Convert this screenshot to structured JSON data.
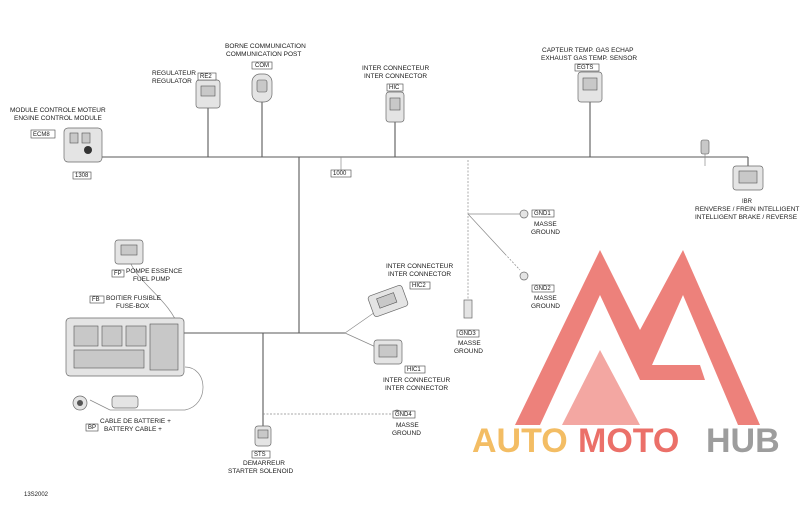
{
  "labels": {
    "com_fr": "BORNE COMMUNICATION",
    "com_en": "COMMUNICATION POST",
    "com_code": "COM",
    "re2_fr": "REGULATEUR",
    "re2_en": "REGULATOR",
    "re2_code": "RE2",
    "ecm_fr": "MODULE CONTROLE MOTEUR",
    "ecm_en": "ENGINE CONTROL MODULE",
    "ecm_code": "ECM8",
    "ecm_ref": "1308",
    "hic_fr": "INTER CONNECTEUR",
    "hic_en": "INTER CONNECTOR",
    "hic_code": "HIC",
    "egts_fr": "CAPTEUR TEMP. GAS ECHAP",
    "egts_en": "EXHAUST GAS TEMP. SENSOR",
    "egts_code": "EGTS",
    "main_ref": "1000",
    "ibr_code": "IBR",
    "ibr_fr": "RENVERSE / FREIN INTELLIGENT",
    "ibr_en": "INTELLIGENT BRAKE / REVERSE",
    "gnd1_code": "GND1",
    "gnd1_fr": "MASSE",
    "gnd1_en": "GROUND",
    "fp_code": "FP",
    "fp_fr": "POMPE ESSENCE",
    "fp_en": "FUEL PUMP",
    "hic2_fr": "INTER CONNECTEUR",
    "hic2_en": "INTER CONNECTOR",
    "hic2_code": "HIC2",
    "gnd2_code": "GND2",
    "gnd2_fr": "MASSE",
    "gnd2_en": "GROUND",
    "fb_code": "FB",
    "fb_fr": "BOITIER FUSIBLE",
    "fb_en": "FUSE-BOX",
    "gnd3_code": "GND3",
    "gnd3_fr": "MASSE",
    "gnd3_en": "GROUND",
    "hic1_code": "HIC1",
    "hic1_fr": "INTER CONNECTEUR",
    "hic1_en": "INTER CONNECTOR",
    "bp_code": "BP",
    "bp_fr": "CABLE DE BATTERIE +",
    "bp_en": "BATTERY CABLE +",
    "gnd4_code": "GND4",
    "gnd4_fr": "MASSE",
    "gnd4_en": "GROUND",
    "sts_code": "STS",
    "sts_fr": "DEMARREUR",
    "sts_en": "STARTER SOLENOID",
    "figure_ref": "13S2002"
  },
  "watermark": {
    "text_1": "AUTO",
    "text_2": "MOTO",
    "text_3": "HUB",
    "color_red": "#e8584f",
    "color_orange": "#f2b24a",
    "color_gray": "#8c8c8c"
  }
}
